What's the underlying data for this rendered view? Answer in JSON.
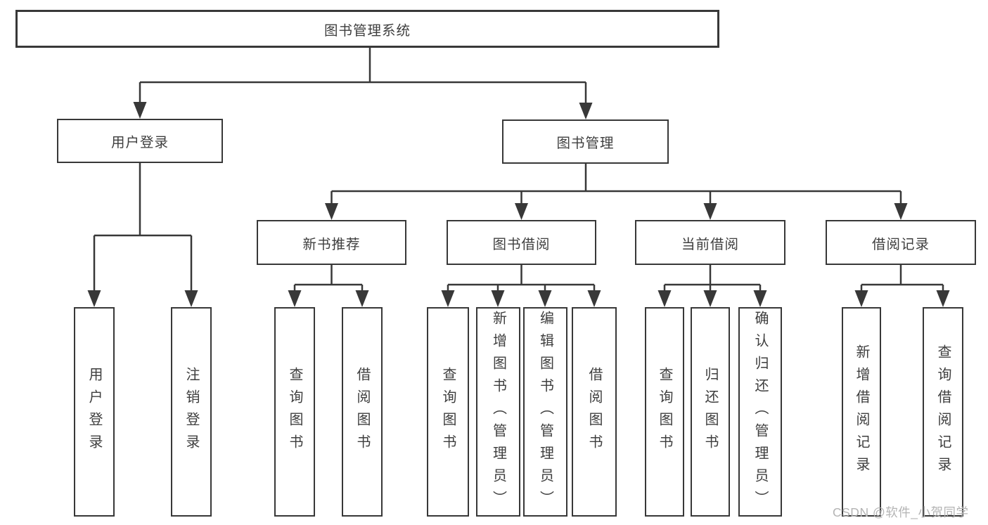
{
  "diagram": {
    "tree": {
      "label": "图书管理系统",
      "children": [
        {
          "label": "用户登录",
          "children": [
            {
              "label": "用户登录"
            },
            {
              "label": "注销登录"
            }
          ]
        },
        {
          "label": "图书管理",
          "children": [
            {
              "label": "新书推荐",
              "children": [
                {
                  "label": "查询图书"
                },
                {
                  "label": "借阅图书"
                }
              ]
            },
            {
              "label": "图书借阅",
              "children": [
                {
                  "label": "查询图书"
                },
                {
                  "label": "新增图书（管理员）"
                },
                {
                  "label": "编辑图书（管理员）"
                },
                {
                  "label": "借阅图书"
                }
              ]
            },
            {
              "label": "当前借阅",
              "children": [
                {
                  "label": "查询图书"
                },
                {
                  "label": "归还图书"
                },
                {
                  "label": "确认归还（管理员）"
                }
              ]
            },
            {
              "label": "借阅记录",
              "children": [
                {
                  "label": "新增借阅记录"
                },
                {
                  "label": "查询借阅记录"
                }
              ]
            }
          ]
        }
      ]
    },
    "watermark": "CSDN @软件_小贺同学",
    "colors": {
      "line": "#383838",
      "text": "#3e3e3e",
      "watermark": "#b4b4b4",
      "background": "#ffffff"
    }
  }
}
